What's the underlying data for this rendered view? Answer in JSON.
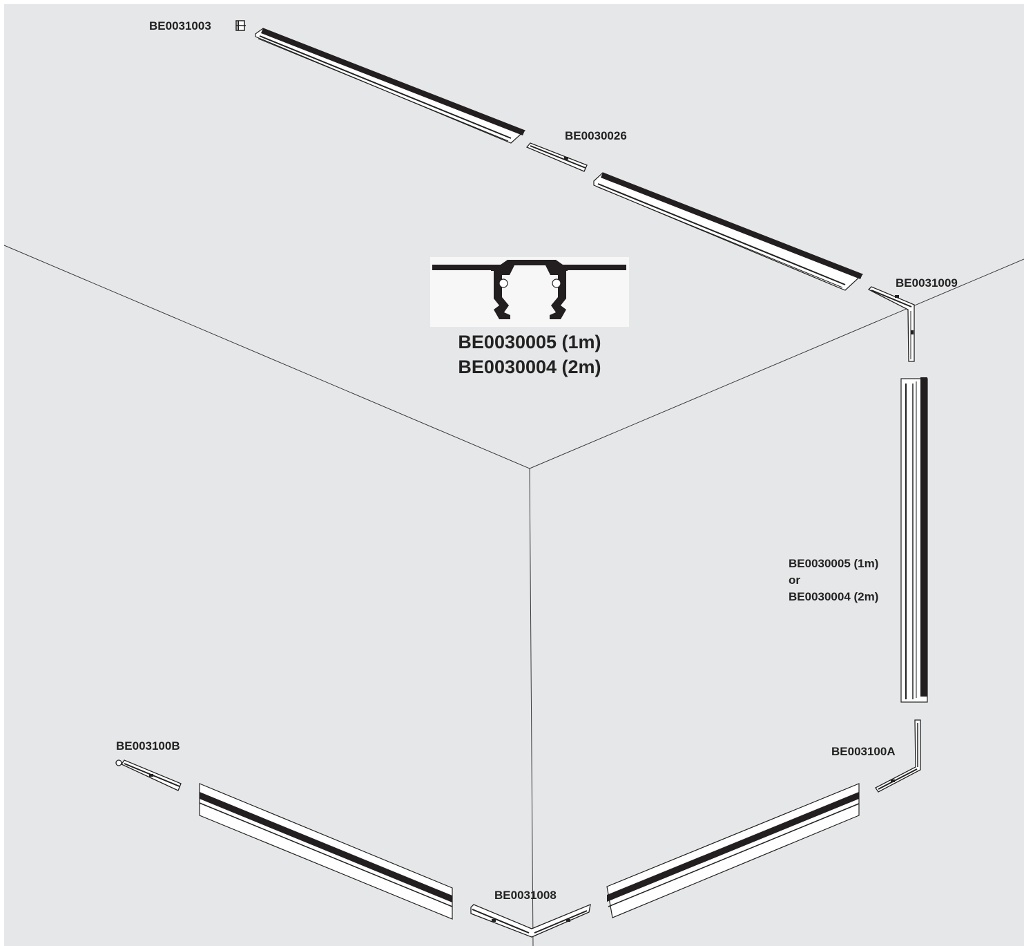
{
  "colors": {
    "wall": "#e6e7e8",
    "outline": "#2a2a2a",
    "rail_dark": "#231f20",
    "rail_light": "#ffffff"
  },
  "labels": {
    "end_cap": "BE0031003",
    "straight_connector": "BE0030026",
    "corner_ceiling_wall": "BE0031009",
    "profile_line1": "BE0030005 (1m)",
    "profile_line2": "BE0030004 (2m)",
    "vertical_line1": "BE0030005 (1m)",
    "vertical_line2": "or",
    "vertical_line3": "BE0030004 (2m)",
    "feed_end": "BE003100B",
    "corner_wall_ceiling": "BE003100A",
    "inner_corner": "BE0031008"
  }
}
